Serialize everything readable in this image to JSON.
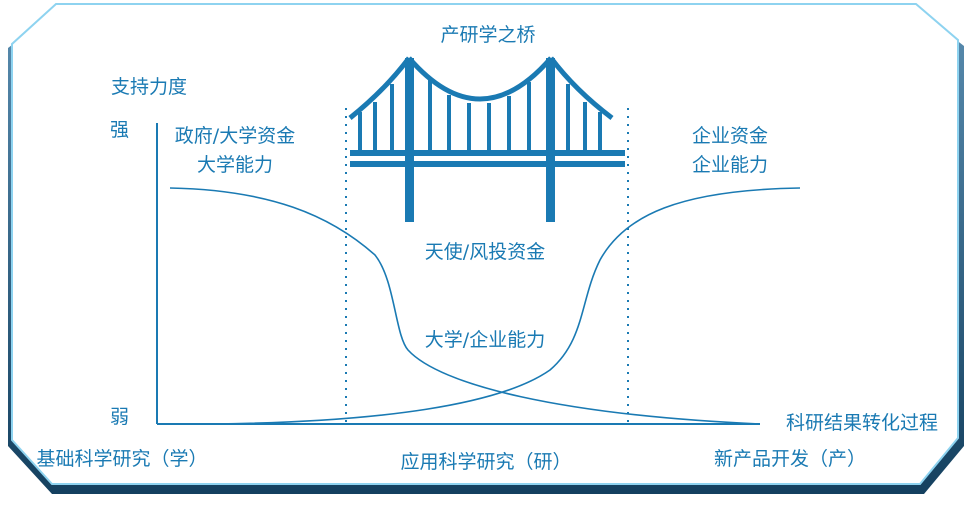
{
  "title": "产研学之桥",
  "y_axis": {
    "label": "支持力度",
    "strong": "强",
    "weak": "弱"
  },
  "x_axis": {
    "label": "科研结果转化过程"
  },
  "stages": [
    "基础科学研究（学）",
    "应用科学研究（研）",
    "新产品开发（产）"
  ],
  "curve_labels": {
    "left_line1": "政府/大学资金",
    "left_line2": "大学能力",
    "right_line1": "企业资金",
    "right_line2": "企业能力",
    "middle_top": "天使/风投资金",
    "middle_bottom": "大学/企业能力"
  },
  "colors": {
    "accent": "#1a7ab3",
    "frame_shadow": "#1b4c6e",
    "frame_edge": "#8ed3f0"
  }
}
